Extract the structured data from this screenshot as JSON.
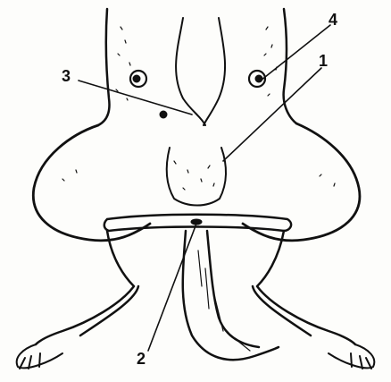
{
  "labels": {
    "l1": "1",
    "l2": "2",
    "l3": "3",
    "l4": "4"
  },
  "colors": {
    "ink": "#111111",
    "paper": "#fdfdfb"
  }
}
